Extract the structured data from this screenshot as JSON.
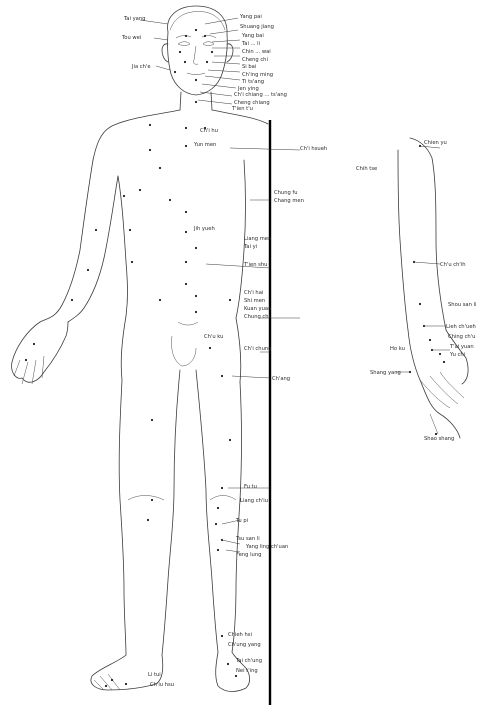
{
  "head_labels": [
    "Yang pai",
    "Shuang jiang",
    "Yang bai",
    "Tai ... li",
    "Chin ... wai",
    "Cheng chi",
    "Si bai",
    "Ch'ing ming",
    "Ti ts'ang",
    "Jen ying",
    "Ch'i chiang ... ts'ang",
    "Cheng chiang",
    "T'ien t'u",
    "Tai yang",
    "Tou wei",
    "Jia ch'e"
  ],
  "trunk_labels": [
    "Ch'i hu",
    "Yun men",
    "Ch'i hsueh",
    "Chung fu",
    "Chang men",
    "Jih yueh",
    "Liang men",
    "Tai yi",
    "T'ien shu",
    "Ch'i hai",
    "Shi men",
    "Kuan yuan",
    "Chung chi",
    "Ch'u ku",
    "Ch'i chung",
    "Ch'ang"
  ],
  "leg_labels": [
    "Fu tu",
    "Liang ch'iu",
    "Tu pi",
    "Tsu san li",
    "Yang ling ch'uan",
    "Feng lung",
    "Chieh hsi",
    "Ch'ung yang",
    "Tai ch'ung",
    "Nei t'ing",
    "Li tui",
    "Ch'iu hsu"
  ],
  "arm_labels": [
    "Chien yu",
    "Chih tse",
    "Ch'u ch'ih",
    "Shou san li",
    "Lieh ch'ueh",
    "Ching ch'u",
    "T'ai yuan",
    "Yu chi",
    "Ho ku",
    "Shang yang",
    "Shao shang"
  ],
  "colors": {
    "ink": "#1e1e1e",
    "line": "#3a3a3a",
    "paper": "#ffffff",
    "divider": "#000000"
  }
}
